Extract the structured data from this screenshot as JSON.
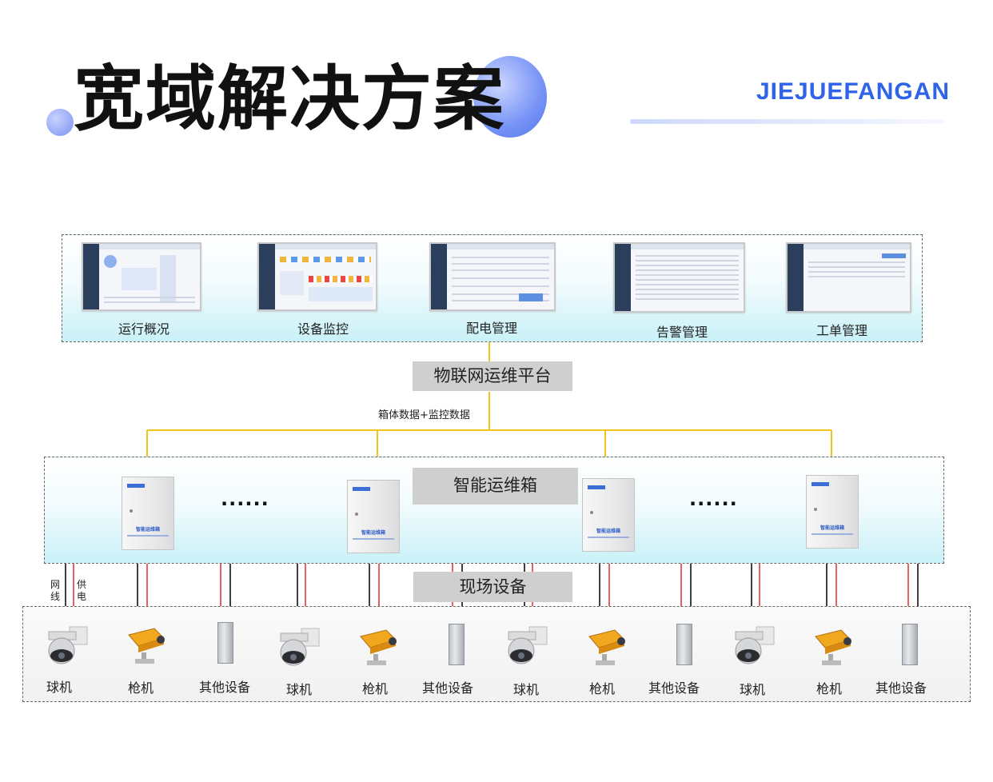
{
  "header": {
    "title": "宽域解决方案",
    "brand": "JIEJUEFANGAN",
    "accent_color": "#2f63e8"
  },
  "platform": {
    "modules": [
      {
        "label": "运行概况"
      },
      {
        "label": "设备监控"
      },
      {
        "label": "配电管理"
      },
      {
        "label": "告警管理"
      },
      {
        "label": "工单管理"
      }
    ],
    "name": "物联网运维平台",
    "data_flow_label": "箱体数据+监控数据"
  },
  "cabinets": {
    "group_label": "智能运维箱",
    "cabinet_name": "智能运维箱",
    "ellipsis": "......",
    "count": 4
  },
  "field": {
    "group_label": "现场设备",
    "network_cable_label": "网线",
    "power_label": "供电",
    "network_color": "#111111",
    "power_color": "#e03a3a",
    "uplink_color": "#f2c318",
    "groups": [
      {
        "devices": [
          {
            "icon": "dome-camera-icon",
            "label": "球机"
          },
          {
            "icon": "gun-camera-icon",
            "label": "枪机"
          },
          {
            "icon": "other-device-icon",
            "label": "其他设备"
          }
        ]
      },
      {
        "devices": [
          {
            "icon": "dome-camera-icon",
            "label": "球机"
          },
          {
            "icon": "gun-camera-icon",
            "label": "枪机"
          },
          {
            "icon": "other-device-icon",
            "label": "其他设备"
          }
        ]
      },
      {
        "devices": [
          {
            "icon": "dome-camera-icon",
            "label": "球机"
          },
          {
            "icon": "gun-camera-icon",
            "label": "枪机"
          },
          {
            "icon": "other-device-icon",
            "label": "其他设备"
          }
        ]
      },
      {
        "devices": [
          {
            "icon": "dome-camera-icon",
            "label": "球机"
          },
          {
            "icon": "gun-camera-icon",
            "label": "枪机"
          },
          {
            "icon": "other-device-icon",
            "label": "其他设备"
          }
        ]
      }
    ]
  }
}
